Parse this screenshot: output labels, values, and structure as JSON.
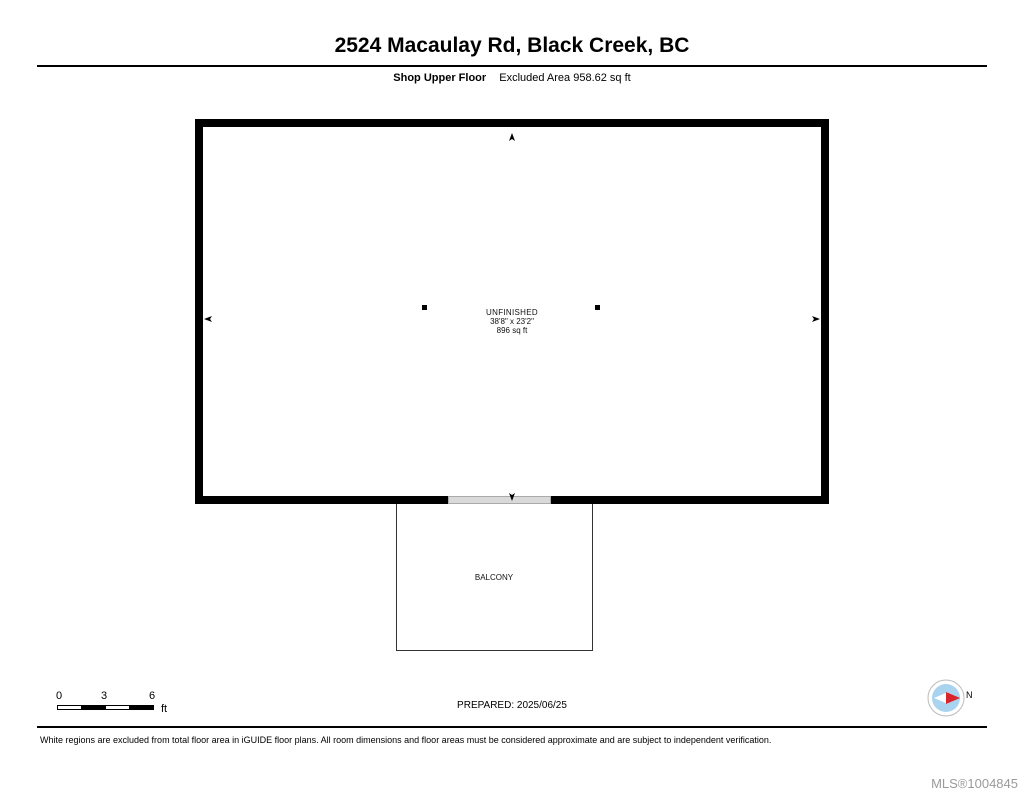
{
  "header": {
    "title": "2524 Macaulay Rd, Black Creek, BC",
    "floor_name": "Shop Upper Floor",
    "area_summary": "Excluded Area 958.62 sq ft"
  },
  "rooms": [
    {
      "name": "UNFINISHED",
      "dimensions": "38'8\" x 23'2\"",
      "area": "896 sq ft"
    },
    {
      "name": "BALCONY"
    }
  ],
  "scale_bar": {
    "ticks": [
      "0",
      "3",
      "6"
    ],
    "unit": "ft"
  },
  "compass": {
    "label": "N",
    "icon": "north-arrow-icon",
    "accent": "#d9252a",
    "ring": "#a9d3ee"
  },
  "footer": {
    "prepared": "PREPARED: 2025/06/25",
    "disclaimer": "White regions are excluded from total floor area in iGUIDE floor plans. All room dimensions and floor areas must be considered approximate and are subject to independent verification.",
    "mls": "MLS®1004845"
  }
}
